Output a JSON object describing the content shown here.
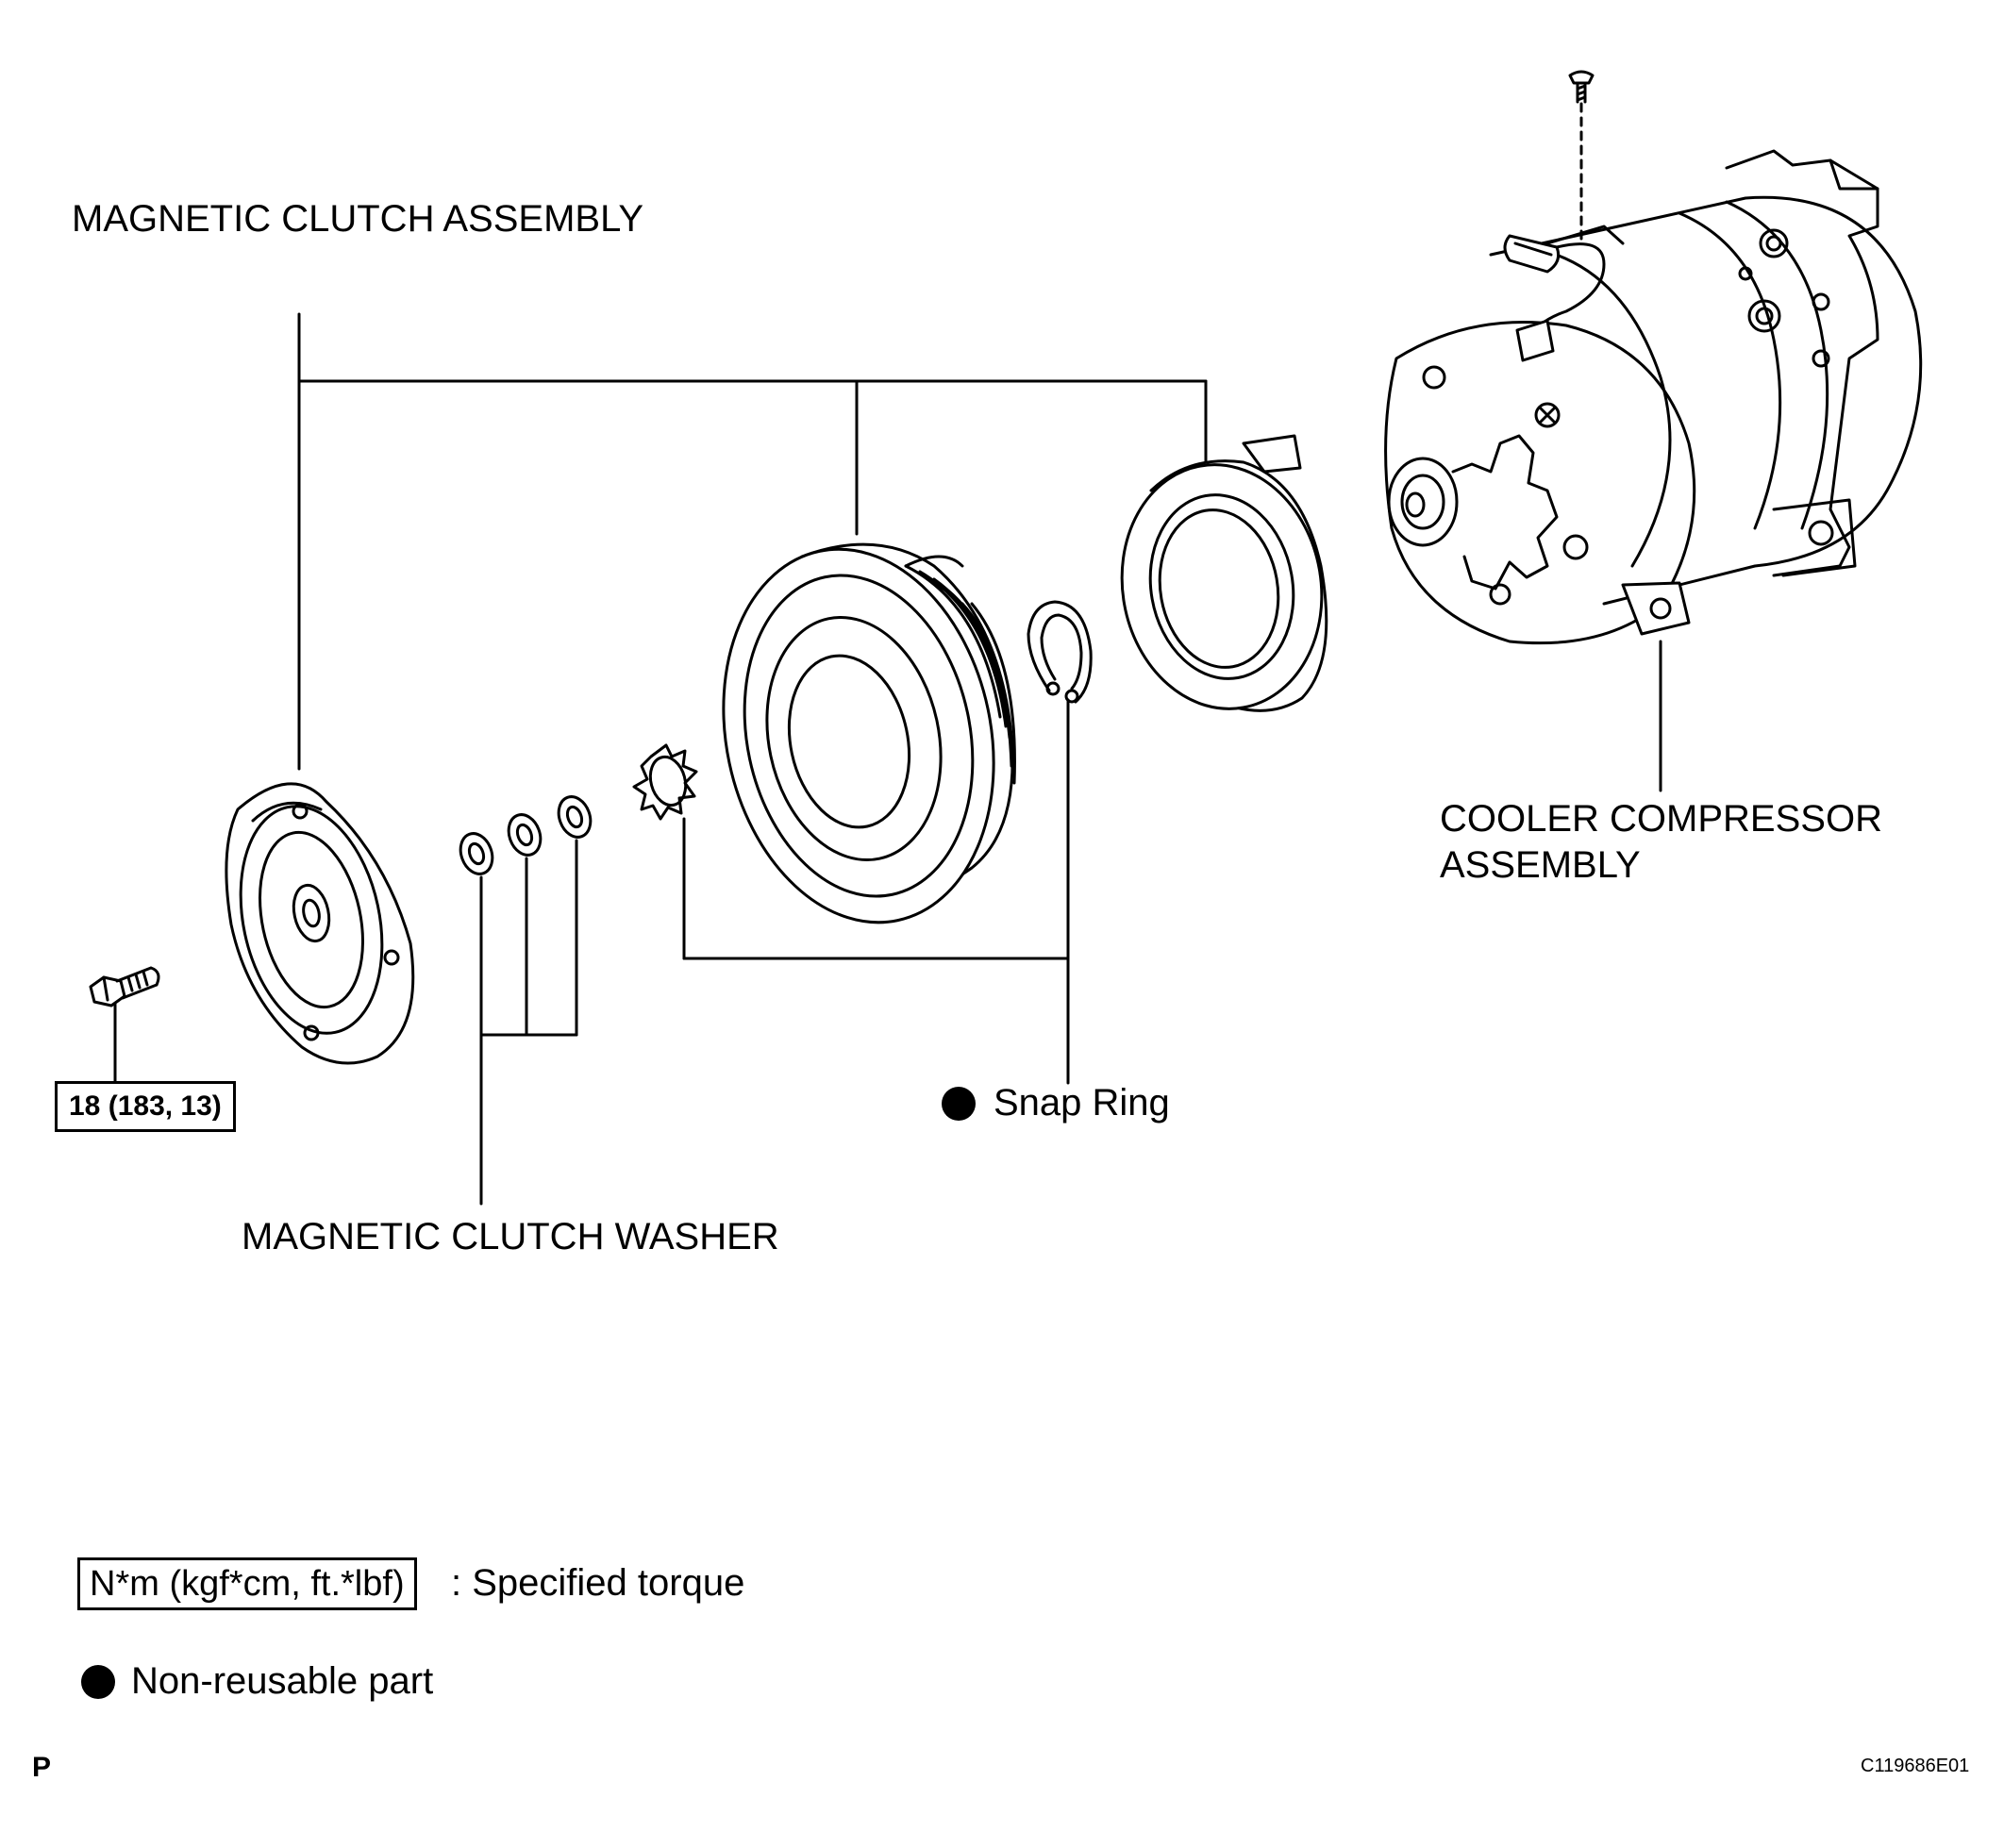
{
  "labels": {
    "magnetic_clutch_assembly": "MAGNETIC CLUTCH ASSEMBLY",
    "cooler_compressor_line1": "COOLER COMPRESSOR",
    "cooler_compressor_line2": "ASSEMBLY",
    "magnetic_clutch_washer": "MAGNETIC CLUTCH WASHER",
    "snap_ring": "Snap Ring"
  },
  "torque_spec": "18 (183, 13)",
  "legend": {
    "torque_box": "N*m (kgf*cm, ft.*lbf)",
    "torque_text": ": Specified torque",
    "non_reusable_text": "Non-reusable part"
  },
  "footer": {
    "left_mark": "P",
    "figure_code": "C119686E01"
  },
  "icons": {
    "non_reusable_marker": "filled-circle"
  }
}
